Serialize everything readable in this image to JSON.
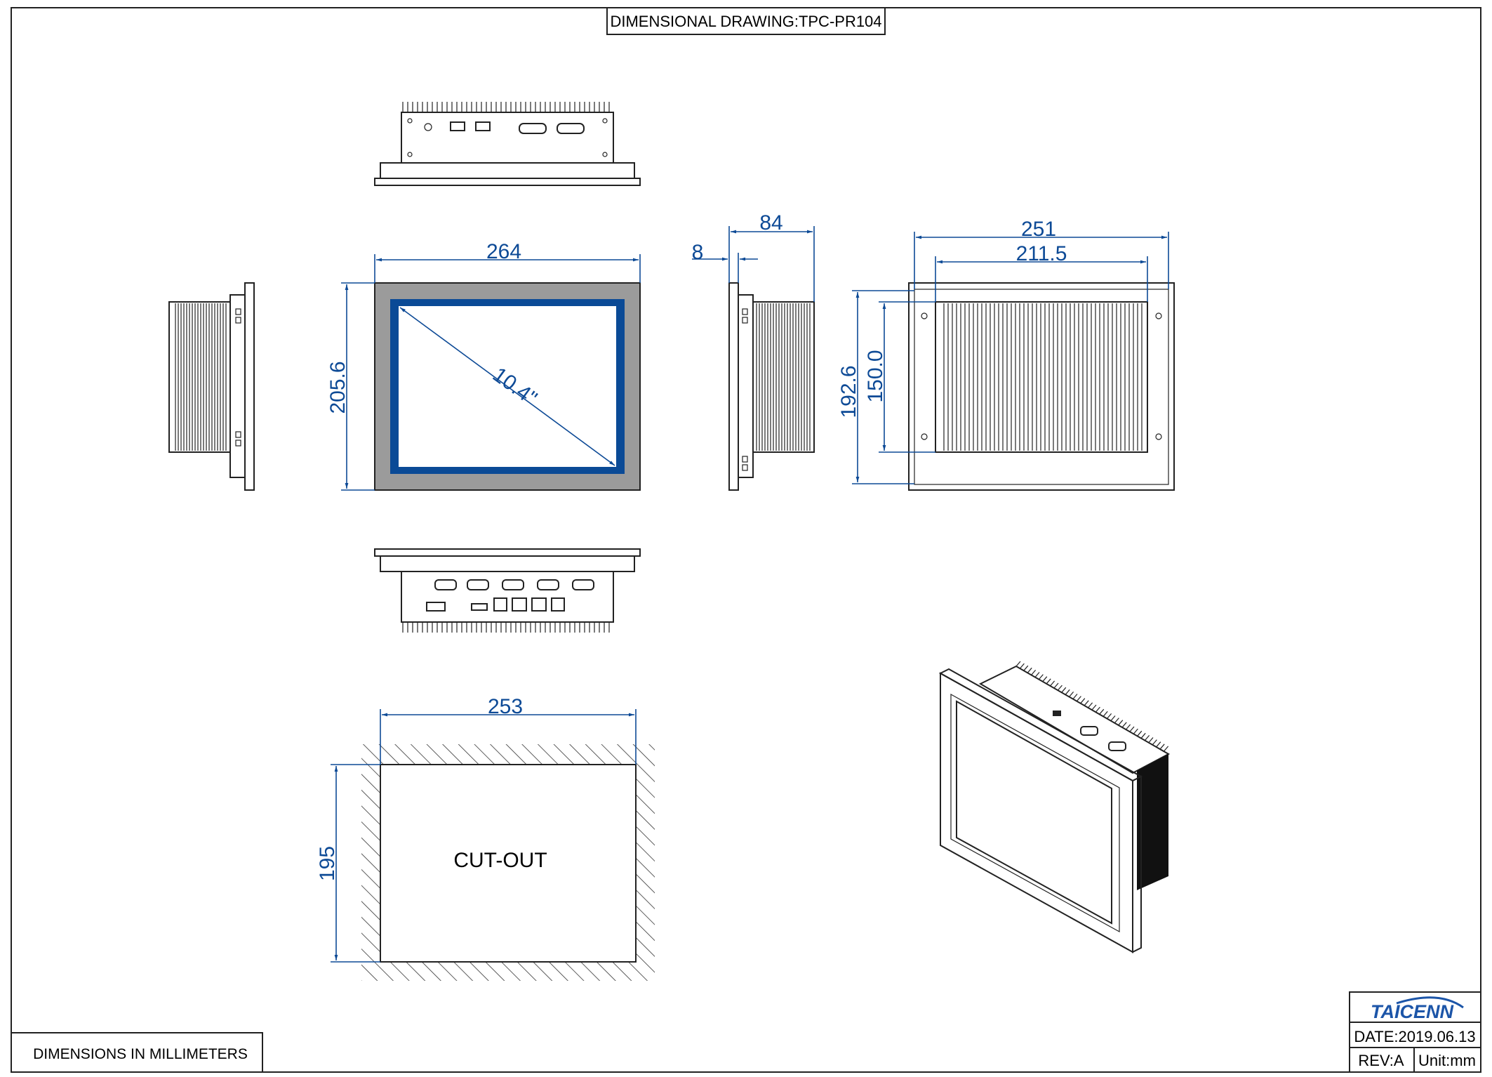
{
  "title": "DIMENSIONAL DRAWING:TPC-PR104",
  "footer_note": "DIMENSIONS IN MILLIMETERS",
  "title_block": {
    "logo_text": "TAICENN",
    "date": "DATE:2019.06.13",
    "rev": "REV:A",
    "unit": "Unit:mm"
  },
  "dimensions": {
    "front_width": "264",
    "front_height": "205.6",
    "diagonal": "10.4\"",
    "depth_total": "84",
    "bezel_depth": "8",
    "back_width_outer": "251",
    "back_width_inner": "211.5",
    "back_height_outer": "192.6",
    "back_height_inner": "150.0",
    "cutout_width": "253",
    "cutout_height": "195"
  },
  "cutout_label": "CUT-OUT",
  "colors": {
    "dimension": "#0d4a96",
    "screen_border": "#0a4a96",
    "bezel": "#9b9b9b"
  }
}
